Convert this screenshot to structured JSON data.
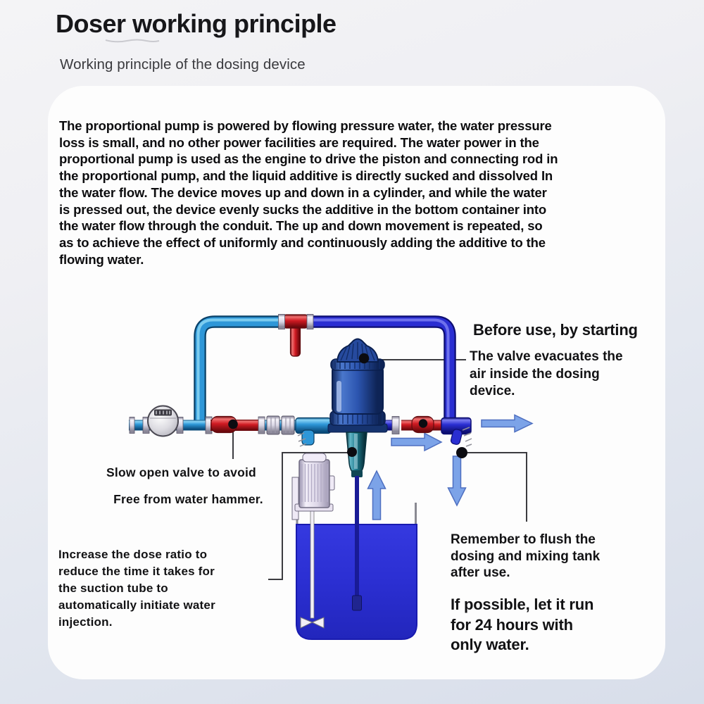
{
  "header": {
    "title": "Doser working principle",
    "subtitle": "Working principle of the dosing device"
  },
  "body": {
    "paragraph": "The proportional pump is powered by flowing pressure water, the water pressure\nloss is small, and no other power facilities are required. The water power in the\nproportional pump is used as the engine to drive the piston and connecting rod in\nthe proportional pump, and the liquid additive is directly sucked and dissolved In\nthe water flow. The device moves up and down in a cylinder, and while the water\nis pressed out, the device evenly sucks the additive in the bottom container into\nthe water flow through the conduit. The up and down movement is repeated, so\nas to achieve the effect of uniformly and continuously adding the additive to the\nflowing water."
  },
  "annotations": {
    "before_use_title": "Before use, by starting",
    "before_use_body": "The valve evacuates the\nair inside the dosing\ndevice.",
    "slow_open_valve": "Slow open valve to avoid",
    "water_hammer": "Free from water hammer.",
    "increase_dose": "Increase the dose ratio to\nreduce the time it takes for\nthe suction tube to\nautomatically initiate water\ninjection.",
    "remember_flush": "Remember to flush the\ndosing and mixing tank\nafter use.",
    "if_possible": "If possible, let it run\nfor 24 hours with\nonly water."
  },
  "diagram": {
    "components": [
      "water-meter",
      "inlet-valve",
      "bypass-valve",
      "pipe-union",
      "tee-junction",
      "dosing-pump",
      "air-release-valve",
      "outlet-valve",
      "outlet-tee",
      "suction-tube",
      "mixer-motor",
      "mixing-tank",
      "flow-arrows"
    ],
    "colors": {
      "supply_pipe": "#2e97d8",
      "dosing_pipe": "#2a2ed2",
      "valve_red": "#cf1a22",
      "pump_body": "#2c55b0",
      "tank_fill": "#2b2fd2",
      "suction_teal": "#1e7a8c",
      "arrow_blue": "#7ca3e8"
    }
  }
}
